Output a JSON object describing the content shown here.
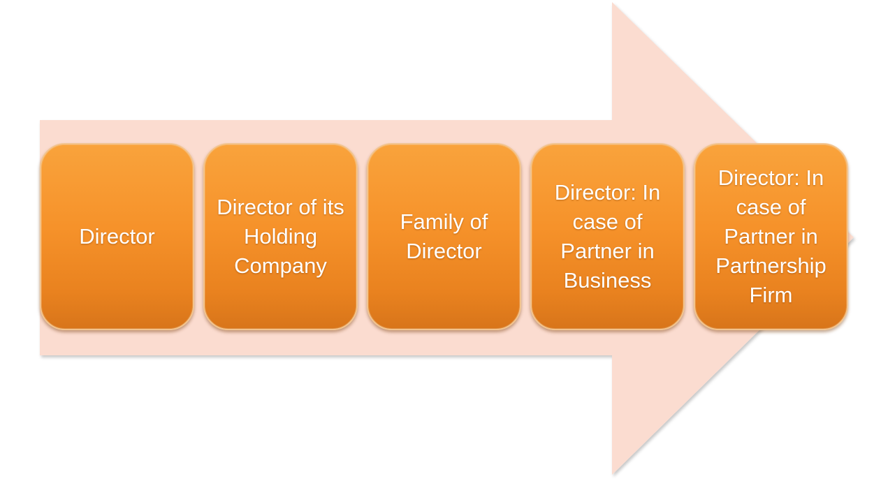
{
  "diagram": {
    "arrow_color": "#fbdcd0",
    "box_color": "#f6922a",
    "steps": [
      {
        "label": "Director"
      },
      {
        "label": "Director of its Holding Company"
      },
      {
        "label": "Family of Director"
      },
      {
        "label": "Director: In case of Partner in Business"
      },
      {
        "label": "Director: In case of Partner in Partnership Firm"
      }
    ]
  }
}
